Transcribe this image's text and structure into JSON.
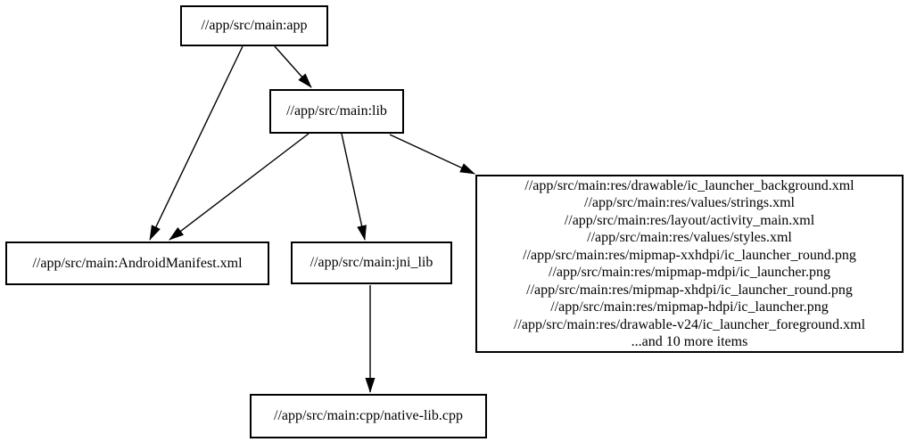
{
  "diagram": {
    "type": "dependency-graph",
    "background_color": "#ffffff",
    "node_border_color": "#000000",
    "node_fill_color": "#ffffff",
    "text_color": "#000000",
    "edge_color": "#000000",
    "nodes": [
      {
        "id": "app",
        "label": "//app/src/main:app"
      },
      {
        "id": "lib",
        "label": "//app/src/main:lib"
      },
      {
        "id": "manifest",
        "label": "//app/src/main:AndroidManifest.xml"
      },
      {
        "id": "jni_lib",
        "label": "//app/src/main:jni_lib"
      },
      {
        "id": "res_group",
        "lines": [
          "//app/src/main:res/drawable/ic_launcher_background.xml",
          "//app/src/main:res/values/strings.xml",
          "//app/src/main:res/layout/activity_main.xml",
          "//app/src/main:res/values/styles.xml",
          "//app/src/main:res/mipmap-xxhdpi/ic_launcher_round.png",
          "//app/src/main:res/mipmap-mdpi/ic_launcher.png",
          "//app/src/main:res/mipmap-xhdpi/ic_launcher_round.png",
          "//app/src/main:res/mipmap-hdpi/ic_launcher.png",
          "//app/src/main:res/drawable-v24/ic_launcher_foreground.xml",
          "...and 10 more items"
        ]
      },
      {
        "id": "native_lib",
        "label": "//app/src/main:cpp/native-lib.cpp"
      }
    ],
    "edges": [
      {
        "from": "app",
        "to": "lib"
      },
      {
        "from": "app",
        "to": "manifest"
      },
      {
        "from": "lib",
        "to": "manifest"
      },
      {
        "from": "lib",
        "to": "jni_lib"
      },
      {
        "from": "lib",
        "to": "res_group"
      },
      {
        "from": "jni_lib",
        "to": "native_lib"
      }
    ]
  }
}
